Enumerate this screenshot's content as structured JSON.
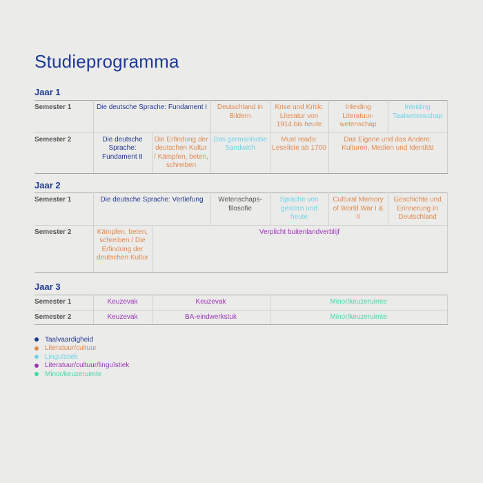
{
  "title": "Studieprogramma",
  "colors": {
    "taal": "#23388f",
    "lit": "#e08a4e",
    "ling": "#6fd3e6",
    "lcl": "#9b34b8",
    "min": "#45d6a4",
    "gray": "#555555"
  },
  "year1": {
    "label": "Jaar 1",
    "sem1": {
      "label": "Semester 1",
      "c1": "Die deutsche Sprache: Fundament I",
      "c2": "Deutschland in Bildern",
      "c3": "Krise und Kritik: Literatur von 1914 bis heute",
      "c4": "Inleiding Literatuur-wetenschap",
      "c5": "Inleiding Taalwetenschap"
    },
    "sem2": {
      "label": "Semester 2",
      "c1": "Die deutsche Sprache: Fundament II",
      "c2": "Die Erfindung der deutschen Kultur / Kämpfen, beten, schreiben",
      "c3": "Das germanische Sandwich",
      "c4": "Must reads: Leseliste ab 1700",
      "c5": "Das Eigene und das Andere: Kulturen, Medien und Identität"
    }
  },
  "year2": {
    "label": "Jaar 2",
    "sem1": {
      "label": "Semester 1",
      "c1": "Die deutsche Sprache: Vertiefung",
      "c2": "Wetenschaps-filosofie",
      "c3": "Sprache von gestern und heute",
      "c4": "Cultural Memory of World War I & II",
      "c5": "Geschichte und Erinnerung in Deutschland"
    },
    "sem2": {
      "label": "Semester 2",
      "c1": "Kämpfen, beten, schreiben / Die Erfindung der deutschen Kultur",
      "c2": "Verplicht buitenlandverblijf"
    }
  },
  "year3": {
    "label": "Jaar 3",
    "sem1": {
      "label": "Semester 1",
      "c1": "Keuzevak",
      "c2": "Keuzevak",
      "c3": "Minor/keuzeruimte"
    },
    "sem2": {
      "label": "Semester 2",
      "c1": "Keuzevak",
      "c2": "BA-eindwerkstuk",
      "c3": "Minor/keuzeruimte"
    }
  },
  "legend": [
    {
      "label": "Taalvaardigheid",
      "color": "#23388f"
    },
    {
      "label": "Literatuur/cultuur",
      "color": "#e08a4e"
    },
    {
      "label": "Linguïstiek",
      "color": "#6fd3e6"
    },
    {
      "label": "Literatuur/cultuur/linguïstiek",
      "color": "#9b34b8"
    },
    {
      "label": "Minor/keuzeruimte",
      "color": "#45d6a4"
    }
  ]
}
